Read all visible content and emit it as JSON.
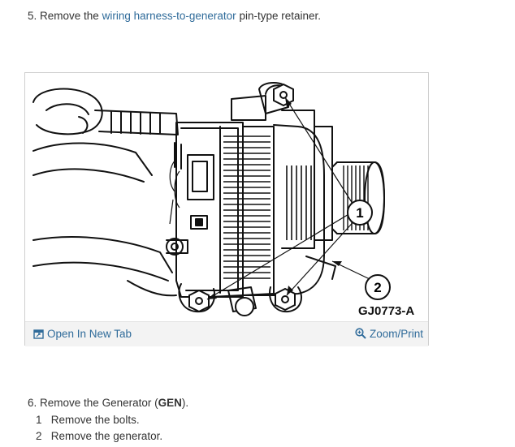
{
  "step5": {
    "number": "5.",
    "text_before": "Remove the",
    "link_text": "wiring harness-to-generator",
    "text_after": "pin-type retainer."
  },
  "figure": {
    "callout_1": "1",
    "callout_2": "2",
    "figure_code": "GJ0773-A",
    "open_tab_label": "Open In New Tab",
    "zoom_label": "Zoom/Print",
    "open_tab_icon": "new-tab-icon",
    "zoom_icon": "magnifier-icon"
  },
  "step6": {
    "number": "6.",
    "text_before": "Remove the Generator (",
    "bold_text": "GEN",
    "text_after": ")."
  },
  "substeps": [
    {
      "num": "1",
      "text": "Remove the bolts."
    },
    {
      "num": "2",
      "text": "Remove the generator."
    }
  ],
  "colors": {
    "link": "#2f6b9a",
    "text": "#333333",
    "toolbar": "#f3f3f3"
  }
}
